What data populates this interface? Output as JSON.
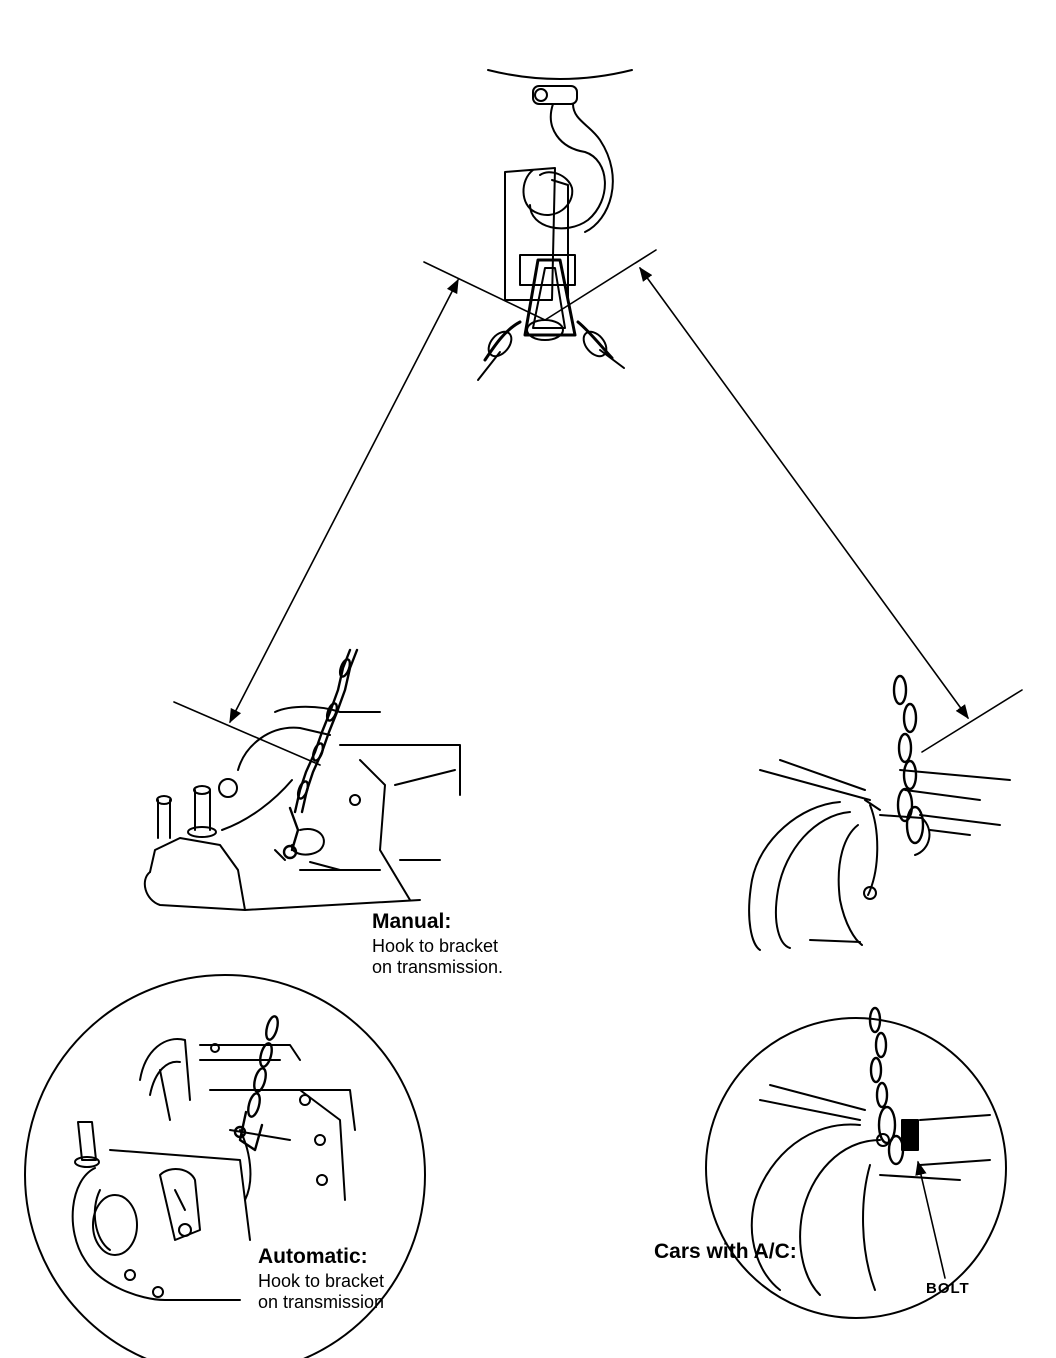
{
  "captions": {
    "manual": {
      "title": "Manual:",
      "line1": "Hook to bracket",
      "line2": "on transmission."
    },
    "automatic": {
      "title": "Automatic:",
      "line1": "Hook to bracket",
      "line2": "on transmission"
    },
    "ac": {
      "title": "Cars with A/C:"
    },
    "bolt": "BOLT"
  }
}
